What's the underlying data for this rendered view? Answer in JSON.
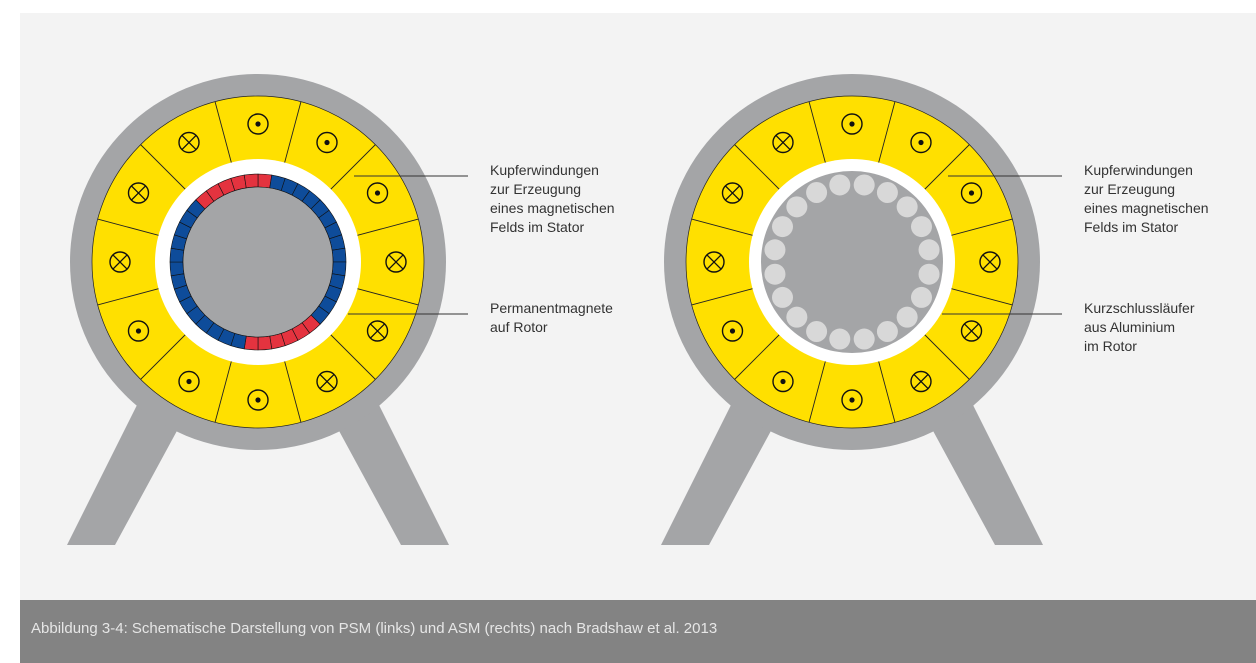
{
  "figure": {
    "left_motor": {
      "labels": {
        "windings": "Kupferwindungen\nzur Erzeugung\neines magnetischen\nFelds im Stator",
        "rotor": "Permanentmagnete\nauf Rotor"
      }
    },
    "right_motor": {
      "labels": {
        "windings": "Kupferwindungen\nzur Erzeugung\neines magnetischen\nFelds im Stator",
        "rotor": "Kurzschlussläufer\naus Aluminium\nim Rotor"
      }
    },
    "caption": "Abbildung 3-4: Schematische Darstellung von PSM (links) und ASM (rechts) nach Bradshaw et al. 2013"
  },
  "colors": {
    "background": "#f3f3f3",
    "housing": "#a4a5a7",
    "stator": "#ffe000",
    "magnet_north": "#e4333f",
    "magnet_south": "#0e4c9a",
    "rotor": "#a4a5a7",
    "rotor_bar": "#d8d8d8",
    "caption_bar": "#838383"
  }
}
